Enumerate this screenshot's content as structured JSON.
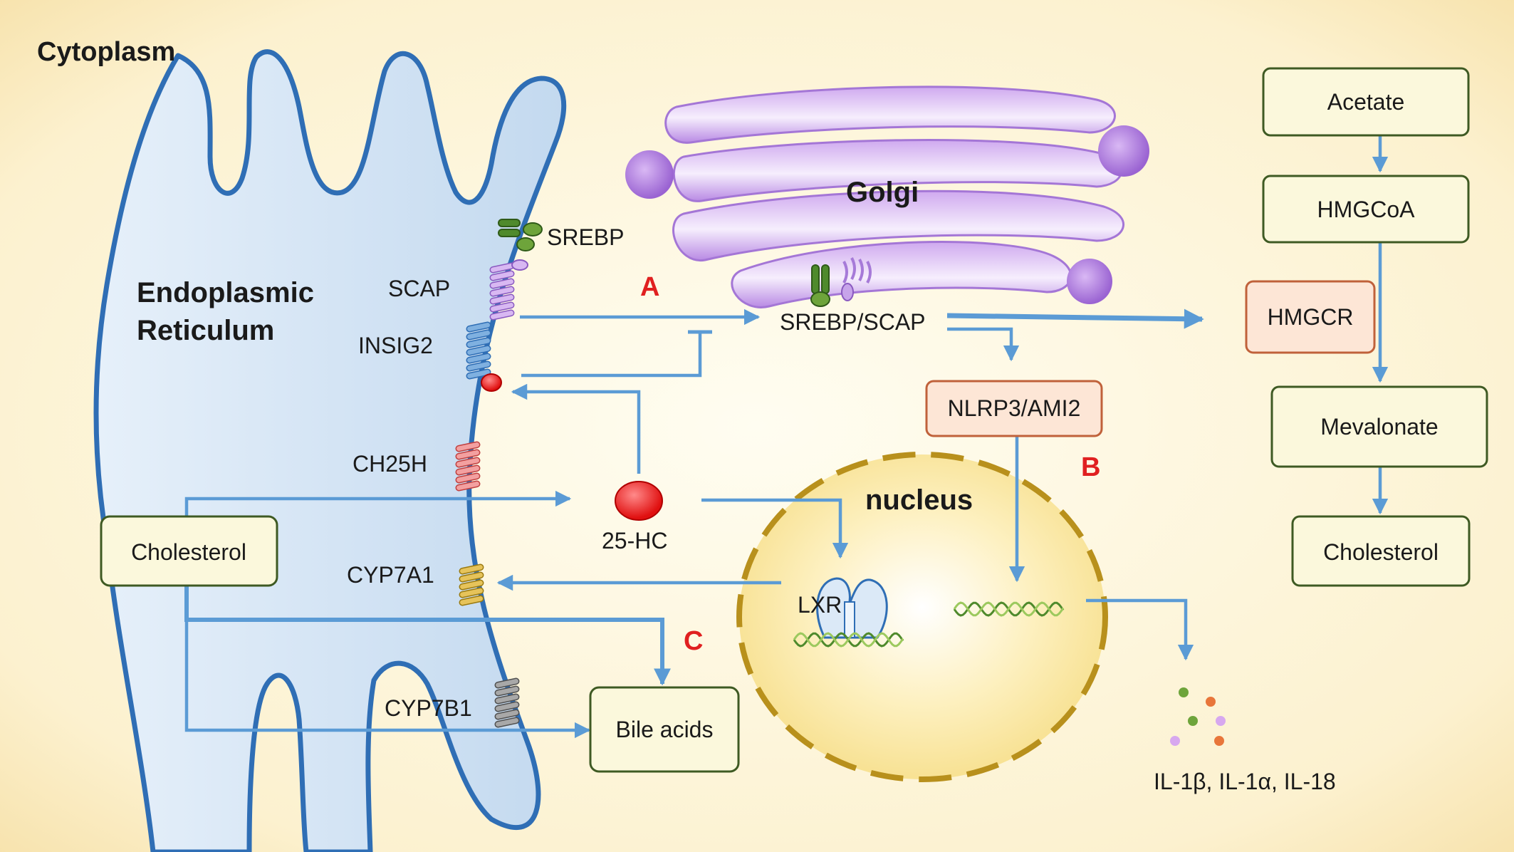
{
  "regions": {
    "cytoplasm": "Cytoplasm",
    "er_line1": "Endoplasmic",
    "er_line2": "Reticulum",
    "golgi": "Golgi",
    "nucleus": "nucleus"
  },
  "membrane_proteins": {
    "srebp": "SREBP",
    "scap": "SCAP",
    "insig2": "INSIG2",
    "ch25h": "CH25H",
    "cyp7a1": "CYP7A1",
    "cyp7b1": "CYP7B1"
  },
  "molecules": {
    "srebp_scap": "SREBP/SCAP",
    "hc25": "25-HC",
    "lxr": "LXR",
    "cytokines": "IL-1β, IL-1α, IL-18"
  },
  "boxes": {
    "cholesterol_left": "Cholesterol",
    "bile_acids": "Bile acids",
    "nlrp3": "NLRP3/AMI2",
    "acetate": "Acetate",
    "hmgcoa": "HMGCoA",
    "hmgcr": "HMGCR",
    "mevalonate": "Mevalonate",
    "cholesterol_right": "Cholesterol"
  },
  "pathway_labels": {
    "a": "A",
    "b": "B",
    "c": "C"
  },
  "colors": {
    "arrow": "#5b9bd5",
    "er_fill": "#cfe1f3",
    "er_stroke": "#2f6eb5",
    "golgi": "#b48be0",
    "nucleus_fill": "#fbeaa6",
    "nucleus_stroke": "#b8901c",
    "box_fill": "#fbf8dc",
    "box_stroke": "#3e5a23",
    "hmgcr_fill": "#fde6d6",
    "hmgcr_stroke": "#c0613a",
    "label_red": "#e02020"
  }
}
